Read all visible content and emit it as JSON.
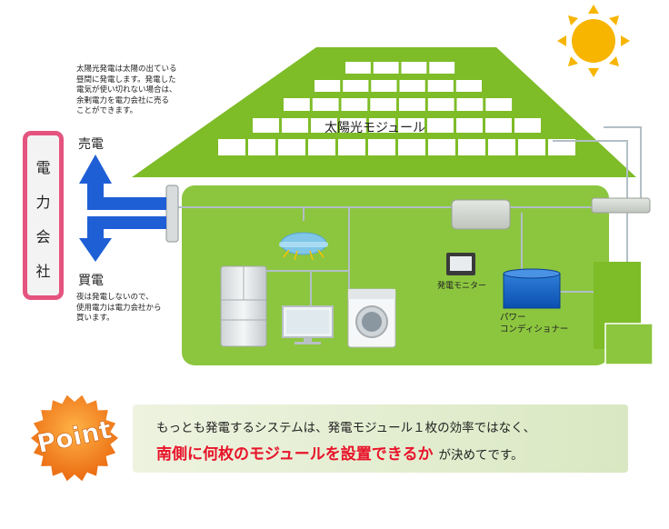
{
  "notes": {
    "sell_lines": [
      "太陽光発電は太陽の出ている",
      "昼間に発電します。発電した",
      "電気が使い切れない場合は、",
      "余剰電力を電力会社に売る",
      "ことができます。"
    ],
    "buy_lines": [
      "夜は発電しないので、",
      "使用電力は電力会社から",
      "買います。"
    ]
  },
  "labels": {
    "sell": "売電",
    "buy": "買電",
    "solar_module": "太陽光モジュール",
    "monitor": "発電モニター",
    "conditioner_line1": "パワー",
    "conditioner_line2": "コンディショナー"
  },
  "company": {
    "chars": [
      "電",
      "力",
      "会",
      "社"
    ]
  },
  "point": {
    "badge": "Point",
    "line1": "もっとも発電するシステムは、発電モジュール１枚の効率ではなく、",
    "line2_highlight": "南側に何枚のモジュールを設置できるか",
    "line2_tail": "が決めてです。"
  },
  "colors": {
    "roof": "#7ebc28",
    "house": "#8cc63f",
    "arrow": "#1f5fd6",
    "company_border": "#e5547e",
    "highlight": "#e8132a",
    "sun": "#f7b500",
    "badge": "#f07d17"
  },
  "icons": [
    "sun-icon",
    "refrigerator-icon",
    "tv-icon",
    "washing-machine-icon",
    "ceiling-lamp-icon",
    "monitor-icon",
    "power-conditioner-icon",
    "distribution-board-icon",
    "meter-icon",
    "junction-box-icon"
  ]
}
